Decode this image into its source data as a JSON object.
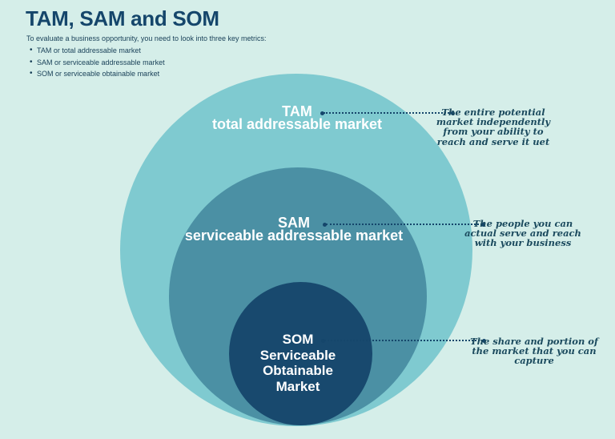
{
  "header": {
    "title": "TAM, SAM and SOM",
    "intro": "To evaluate a business opportunity, you need to look into three key metrics:",
    "bullets": [
      "TAM or total addressable market",
      "SAM or serviceable addressable market",
      "SOM or serviceable obtainable market"
    ]
  },
  "diagram": {
    "type": "concentric-circles",
    "circles": [
      {
        "id": "tam",
        "acronym": "TAM",
        "name": "total addressable market",
        "fill": "#7fcad0",
        "annotation_lines": [
          "The entire potential",
          "market independently",
          "from your ability to",
          "reach and serve it uet"
        ]
      },
      {
        "id": "sam",
        "acronym": "SAM",
        "name": "serviceable addressable market",
        "fill": "#4b90a4",
        "annotation_lines": [
          "The people you can",
          "actual serve and reach",
          "with your business"
        ]
      },
      {
        "id": "som",
        "acronym": "SOM",
        "name_lines": [
          "Serviceable",
          "Obtainable",
          "Market"
        ],
        "fill": "#18496e",
        "annotation_lines": [
          "The share and portion of",
          "the market that you can",
          "capture"
        ]
      }
    ]
  },
  "colors": {
    "background": "#d5eee9",
    "tam_circle": "#7fcad0",
    "sam_circle": "#4b90a4",
    "som_circle": "#18496e",
    "heading_text": "#15466b",
    "body_text": "#173f57",
    "circle_label_text": "#ffffff",
    "annotation_text": "#1b4a5e",
    "leader_line": "#15466b"
  }
}
